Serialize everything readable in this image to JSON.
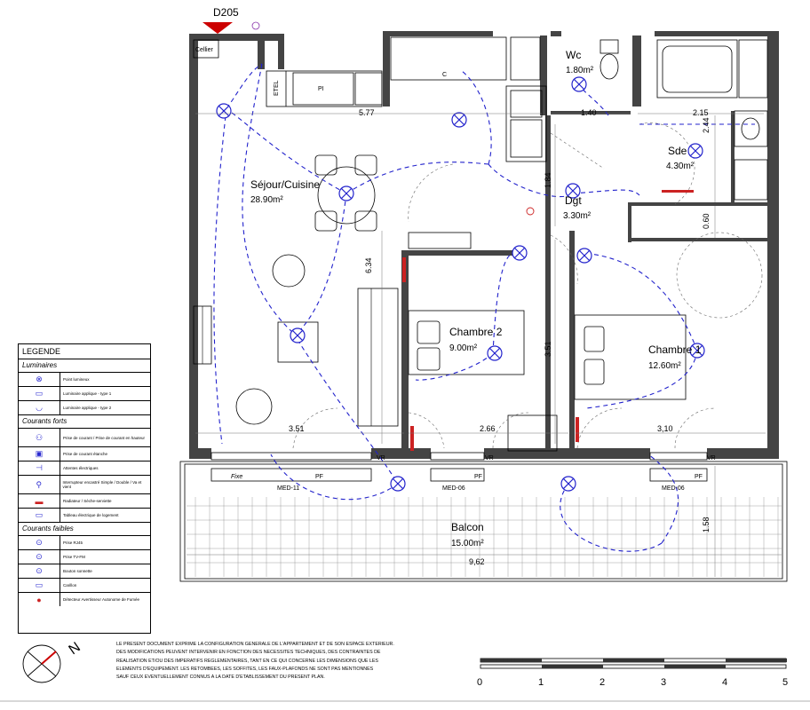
{
  "unit": {
    "label": "D205"
  },
  "rooms": {
    "sejour": {
      "name": "Séjour/Cuisine",
      "area": "28.90m²"
    },
    "wc": {
      "name": "Wc",
      "area": "1.80m²"
    },
    "sde": {
      "name": "Sde",
      "area": "4.30m²"
    },
    "dgt": {
      "name": "Dgt",
      "area": "3.30m²"
    },
    "chambre2": {
      "name": "Chambre 2",
      "area": "9.00m²"
    },
    "chambre1": {
      "name": "Chambre 1",
      "area": "12.60m²"
    },
    "balcon": {
      "name": "Balcon",
      "area": "15.00m²"
    }
  },
  "dimensions": {
    "d_577": "5.77",
    "d_140": "1.40",
    "d_215": "2.15",
    "d_184": "1.84",
    "d_244": "2.44",
    "d_060": "0.60",
    "d_634": "6.34",
    "d_351v": "3.51",
    "d_351": "3.51",
    "d_266": "2.66",
    "d_310": "3,10",
    "d_158": "1.58",
    "d_962": "9,62"
  },
  "labels": {
    "etel": "ETEL",
    "pi": "PI",
    "c": "C",
    "fixe": "Fixe",
    "pf1": "PF",
    "pf2": "PF",
    "pf3": "PF",
    "vr1": "VR",
    "vr2": "VR",
    "vr3": "VR",
    "med1": "MED-11",
    "med2": "MED-06",
    "med3": "MED-06",
    "cellier": "Cellier"
  },
  "legend": {
    "title": "LEGENDE",
    "sections": {
      "luminaires": "Luminaires",
      "courants_forts": "Courants forts",
      "courants_faibles": "Courants faibles"
    },
    "items": {
      "point_lumineux": "Point lumineux",
      "applique_1": "Luminaire applique - type 1",
      "applique_2": "Luminaire applique - type 2",
      "prise_courant": "Prise de courant / Prise de courant en hauteur",
      "prise_etanche": "Prise de courant étanche",
      "attentes": "Attentes électriques",
      "interrupteur": "Interrupteur encastré Simple / Double / Va et vient",
      "radiateur": "Radiateur / Sèche-serviette",
      "tableau": "Tableau électrique de logement",
      "prise_rj45": "Prise RJ45",
      "prise_tv": "Prise TV-FM",
      "bouton_sonnette": "Bouton sonnette",
      "carillon": "Carillon",
      "detecteur": "Détecteur Avertisseur Autonome de Fumée"
    }
  },
  "notes": [
    "LE PRESENT DOCUMENT EXPRIME LA CONFIGURATION GENERALE DE L'APPARTEMENT ET DE SON ESPACE EXTERIEUR.",
    "DES MODIFICATIONS PEUVENT INTERVENIR EN FONCTION DES NECESSITES TECHNIQUES, DES CONTRAINTES DE",
    "REALISATION ET/OU DES IMPERATIFS REGLEMENTAIRES, TANT EN CE QUI CONCERNE LES DIMENSIONS QUE LES",
    "ELEMENTS D'EQUIPEMENT. LES RETOMBEES, LES SOFFITES, LES FAUX-PLAFONDS NE SONT PAS MENTIONNES",
    "SAUF CEUX EVENTUELLEMENT CONNUS A LA DATE D'ETABLISSEMENT DU PRESENT PLAN."
  ],
  "scale": {
    "ticks": [
      "0",
      "1",
      "2",
      "3",
      "4",
      "5"
    ]
  },
  "north": {
    "label": "N"
  },
  "colors": {
    "circuit": "#2222cc",
    "radiator": "#cc2222",
    "wall": "#444444"
  }
}
